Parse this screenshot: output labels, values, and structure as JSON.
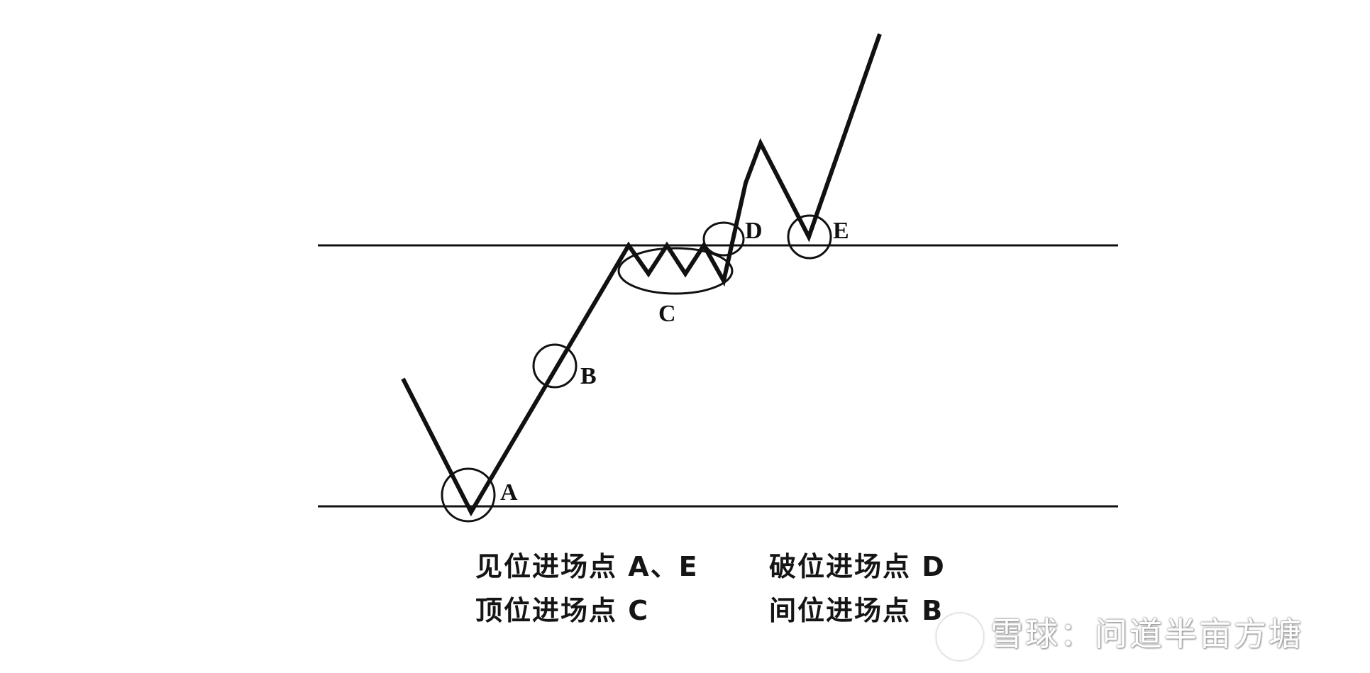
{
  "points": {
    "a": "A",
    "b": "B",
    "c": "C",
    "d": "D",
    "e": "E"
  },
  "legend": {
    "left_1": "见位进场点 A、E",
    "left_2": "顶位进场点 C",
    "right_1": "破位进场点 D",
    "right_2": "间位进场点 B"
  },
  "watermark": "雪球：问道半亩方塘"
}
